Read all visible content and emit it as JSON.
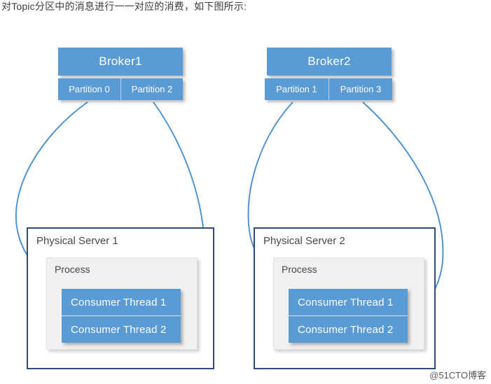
{
  "caption": "对Topic分区中的消息进行一一对应的消费，如下图所示:",
  "colors": {
    "block_blue": "#5B9BD5",
    "arrow_blue": "#4A90D0",
    "server_border": "#2F4C80",
    "process_bg": "#F0F0F0",
    "text_gray": "#474747"
  },
  "brokers": [
    {
      "title": "Broker1",
      "partitions": [
        "Partition 0",
        "Partition 2"
      ]
    },
    {
      "title": "Broker2",
      "partitions": [
        "Partition 1",
        "Partition 3"
      ]
    }
  ],
  "servers": [
    {
      "label": "Physical Server 1",
      "process_label": "Process",
      "threads": [
        "Consumer Thread 1",
        "Consumer Thread 2"
      ]
    },
    {
      "label": "Physical Server 2",
      "process_label": "Process",
      "threads": [
        "Consumer Thread 1",
        "Consumer Thread 2"
      ]
    }
  ],
  "connections": [
    {
      "from": "Partition 0",
      "to": "Server 1 / Consumer Thread 1"
    },
    {
      "from": "Partition 2",
      "to": "Server 1 / Consumer Thread 2"
    },
    {
      "from": "Partition 1",
      "to": "Server 2 / Consumer Thread 1"
    },
    {
      "from": "Partition 3",
      "to": "Server 2 / Consumer Thread 2"
    }
  ],
  "watermark": "@51CTO博客"
}
